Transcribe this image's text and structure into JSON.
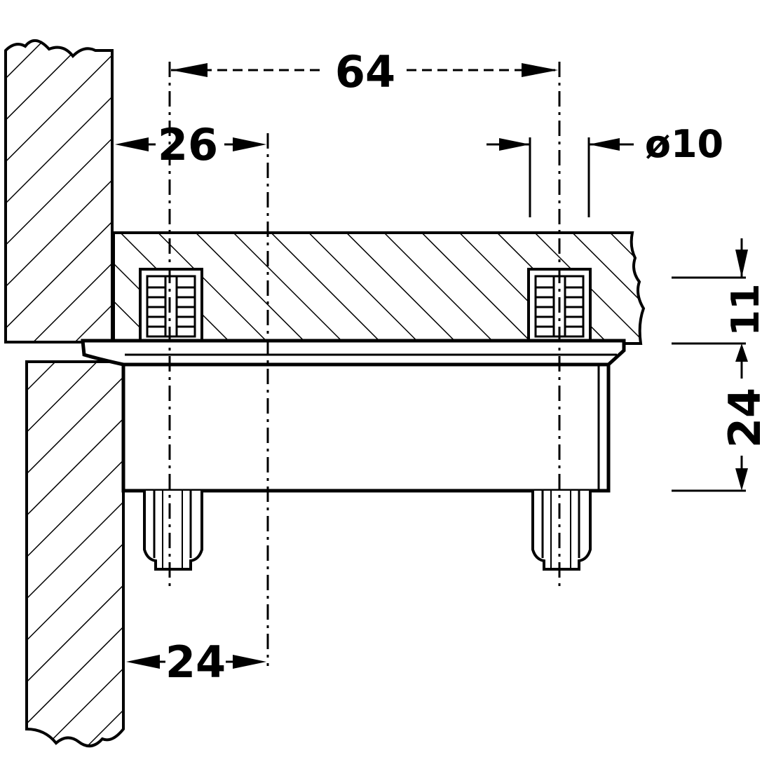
{
  "dimensions": {
    "center_distance": "64",
    "wall_offset_top": "26",
    "bore_diameter": "ø10",
    "bore_depth": "11",
    "housing_height": "24",
    "wall_offset_bottom": "24"
  },
  "colors": {
    "ink": "#000000",
    "paper": "#ffffff"
  }
}
